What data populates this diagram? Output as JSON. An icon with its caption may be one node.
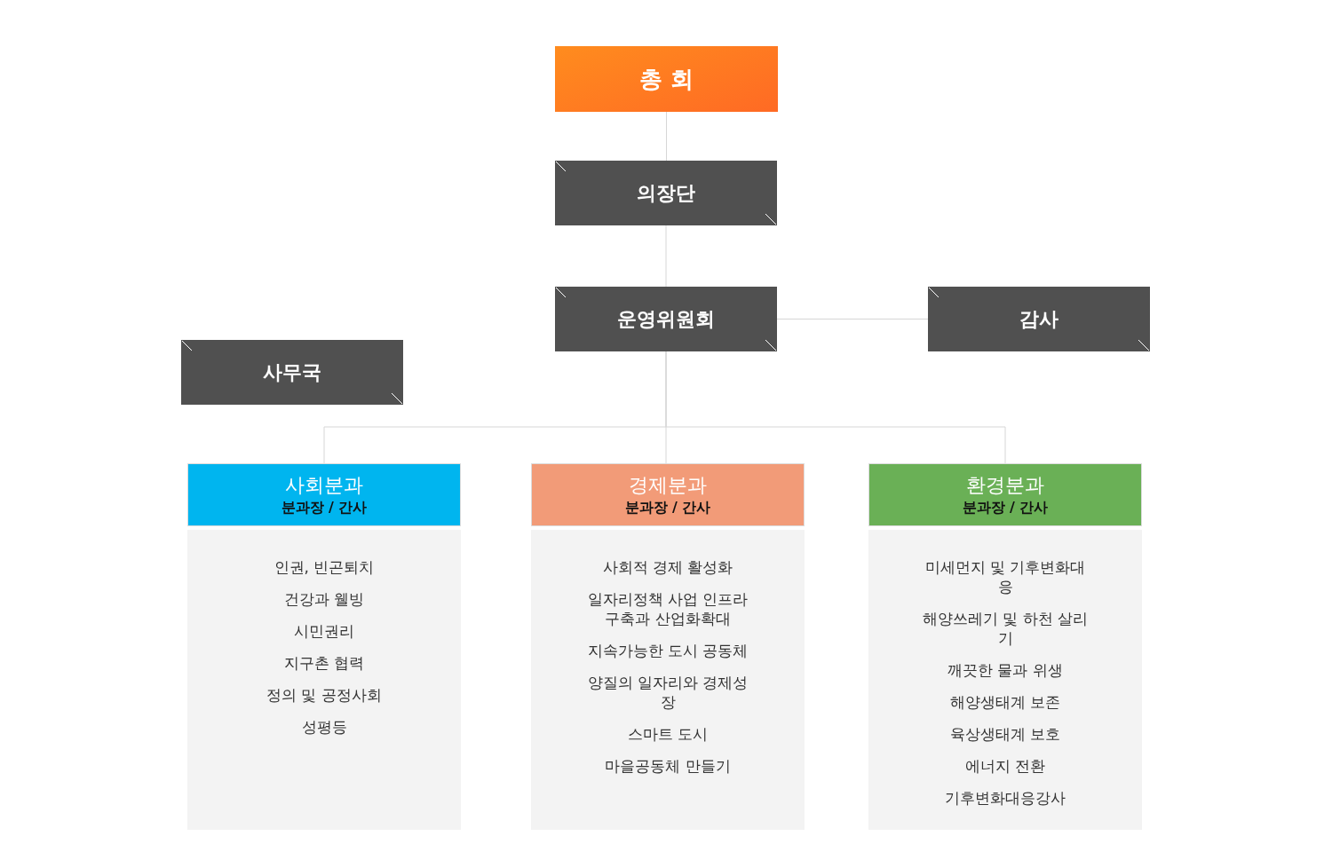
{
  "diagram": {
    "nodes": [
      {
        "text": [
          "총 회"
        ]
      },
      {
        "text": [
          "의장단"
        ]
      },
      {
        "text": [
          "운영위원회"
        ]
      },
      {
        "text": [
          "감사"
        ]
      },
      {
        "text": [
          "사무국"
        ]
      },
      {
        "text": [
          "사회분과",
          "분과장 / 간사"
        ]
      },
      {
        "text": [
          "인권, 빈곤퇴치",
          "건강과 웰빙",
          "시민권리",
          "지구촌 협력",
          "정의 및 공정사회",
          "성평등"
        ]
      },
      {
        "text": [
          "경제분과",
          "분과장 / 간사"
        ]
      },
      {
        "text": [
          "사회적 경제 활성화",
          "일자리정책 사업 인프라 구축과 산업화확대",
          "지속가능한 도시 공동체",
          "양질의 일자리와 경제성장",
          "스마트 도시",
          "마을공동체 만들기"
        ]
      },
      {
        "text": [
          "환경분과",
          "분과장 / 간사"
        ]
      },
      {
        "text": [
          "미세먼지 및 기후변화대응",
          "해양쓰레기 및 하천 살리기",
          "깨끗한 물과 위생",
          "해양생태계 보존",
          "육상생태계 보호",
          "에너지 전환",
          "기후변화대응강사"
        ]
      }
    ],
    "edges": [
      {
        "from": 0,
        "to": 1,
        "arrow": "none"
      },
      {
        "from": 1,
        "to": 2,
        "arrow": "none"
      },
      {
        "from": 2,
        "to": 3,
        "arrow": "none"
      },
      {
        "from": 2,
        "to": 5,
        "arrow": "none"
      },
      {
        "from": 2,
        "to": 7,
        "arrow": "none"
      },
      {
        "from": 2,
        "to": 9,
        "arrow": "none"
      }
    ]
  }
}
